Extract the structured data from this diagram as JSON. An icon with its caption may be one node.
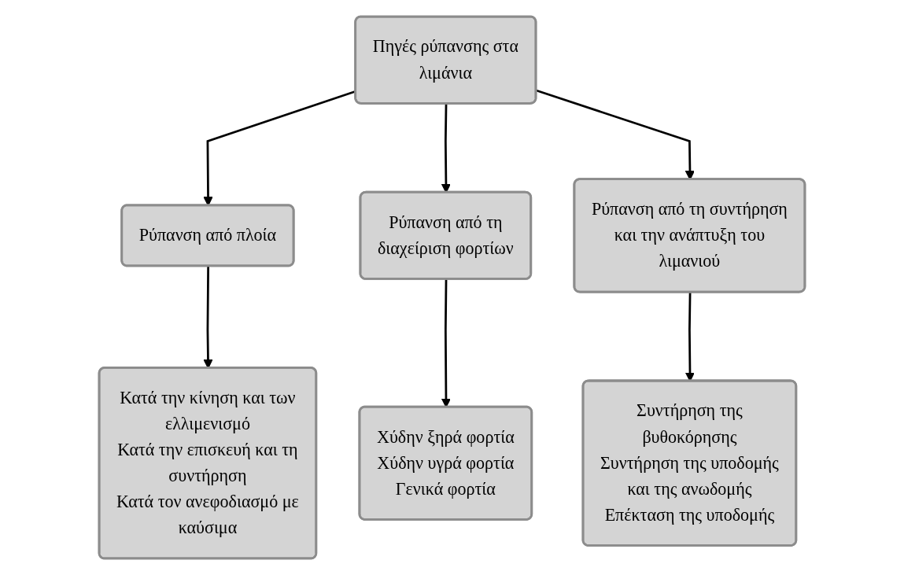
{
  "diagram": {
    "nodes": [
      {
        "text": [
          "Πηγές ρύπανσης στα λιμάνια"
        ]
      },
      {
        "text": [
          "Ρύπανση από πλοία"
        ]
      },
      {
        "text": [
          "Ρύπανση από τη διαχείριση φορτίων"
        ]
      },
      {
        "text": [
          "Ρύπανση από τη συντήρηση και την ανάπτυξη του λιμανιού"
        ]
      },
      {
        "text": [
          "Κατά την κίνηση και των ελλιμενισμό",
          "Κατά την επισκευή και τη συντήρηση",
          "Κατά τον ανεφοδιασμό με καύσιμα"
        ]
      },
      {
        "text": [
          "Χύδην ξηρά φορτία",
          "Χύδην υγρά φορτία",
          "Γενικά φορτία"
        ]
      },
      {
        "text": [
          "Συντήρηση της βυθοκόρησης",
          "Συντήρηση της υποδομής και της ανωδομής",
          "Επέκταση της υποδομής"
        ]
      }
    ],
    "edges": [
      {
        "from": 0,
        "to": 1,
        "arrow": "to"
      },
      {
        "from": 0,
        "to": 2,
        "arrow": "to"
      },
      {
        "from": 0,
        "to": 3,
        "arrow": "to"
      },
      {
        "from": 1,
        "to": 4,
        "arrow": "to"
      },
      {
        "from": 2,
        "to": 5,
        "arrow": "to"
      },
      {
        "from": 3,
        "to": 6,
        "arrow": "to"
      }
    ]
  }
}
